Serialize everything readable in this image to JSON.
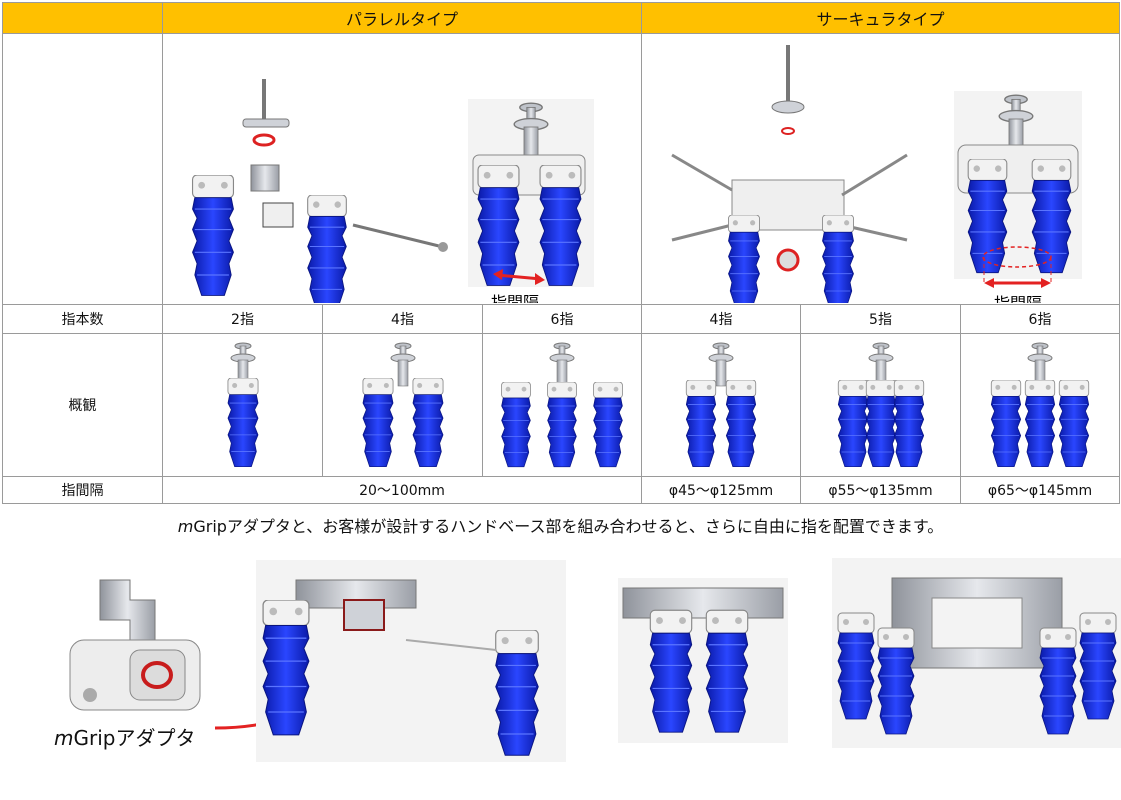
{
  "header": {
    "parallel": "パラレルタイプ",
    "circular": "サーキュラタイプ"
  },
  "diagram": {
    "spacing_label_parallel": "指間隔",
    "spacing_label_circular": "指間隔"
  },
  "rows": {
    "finger_count": {
      "label": "指本数",
      "values": [
        "2指",
        "4指",
        "6指",
        "4指",
        "5指",
        "6指"
      ]
    },
    "overview": {
      "label": "概観"
    },
    "spacing": {
      "label": "指間隔",
      "parallel": "20～100mm",
      "circular": [
        "φ45～φ125mm",
        "φ55～φ135mm",
        "φ65～φ145mm"
      ]
    }
  },
  "note": {
    "prefix_italic": "m",
    "text": "Gripアダプタと、お客様が設計するハンドベース部を組み合わせると、さらに自由に指を配置できます。"
  },
  "adapter_caption": {
    "italic": "m",
    "text": "Gripアダプタ"
  },
  "colors": {
    "header": "#ffc000",
    "finger_blue": "#1a2fd6",
    "accent_red": "#e32222"
  }
}
